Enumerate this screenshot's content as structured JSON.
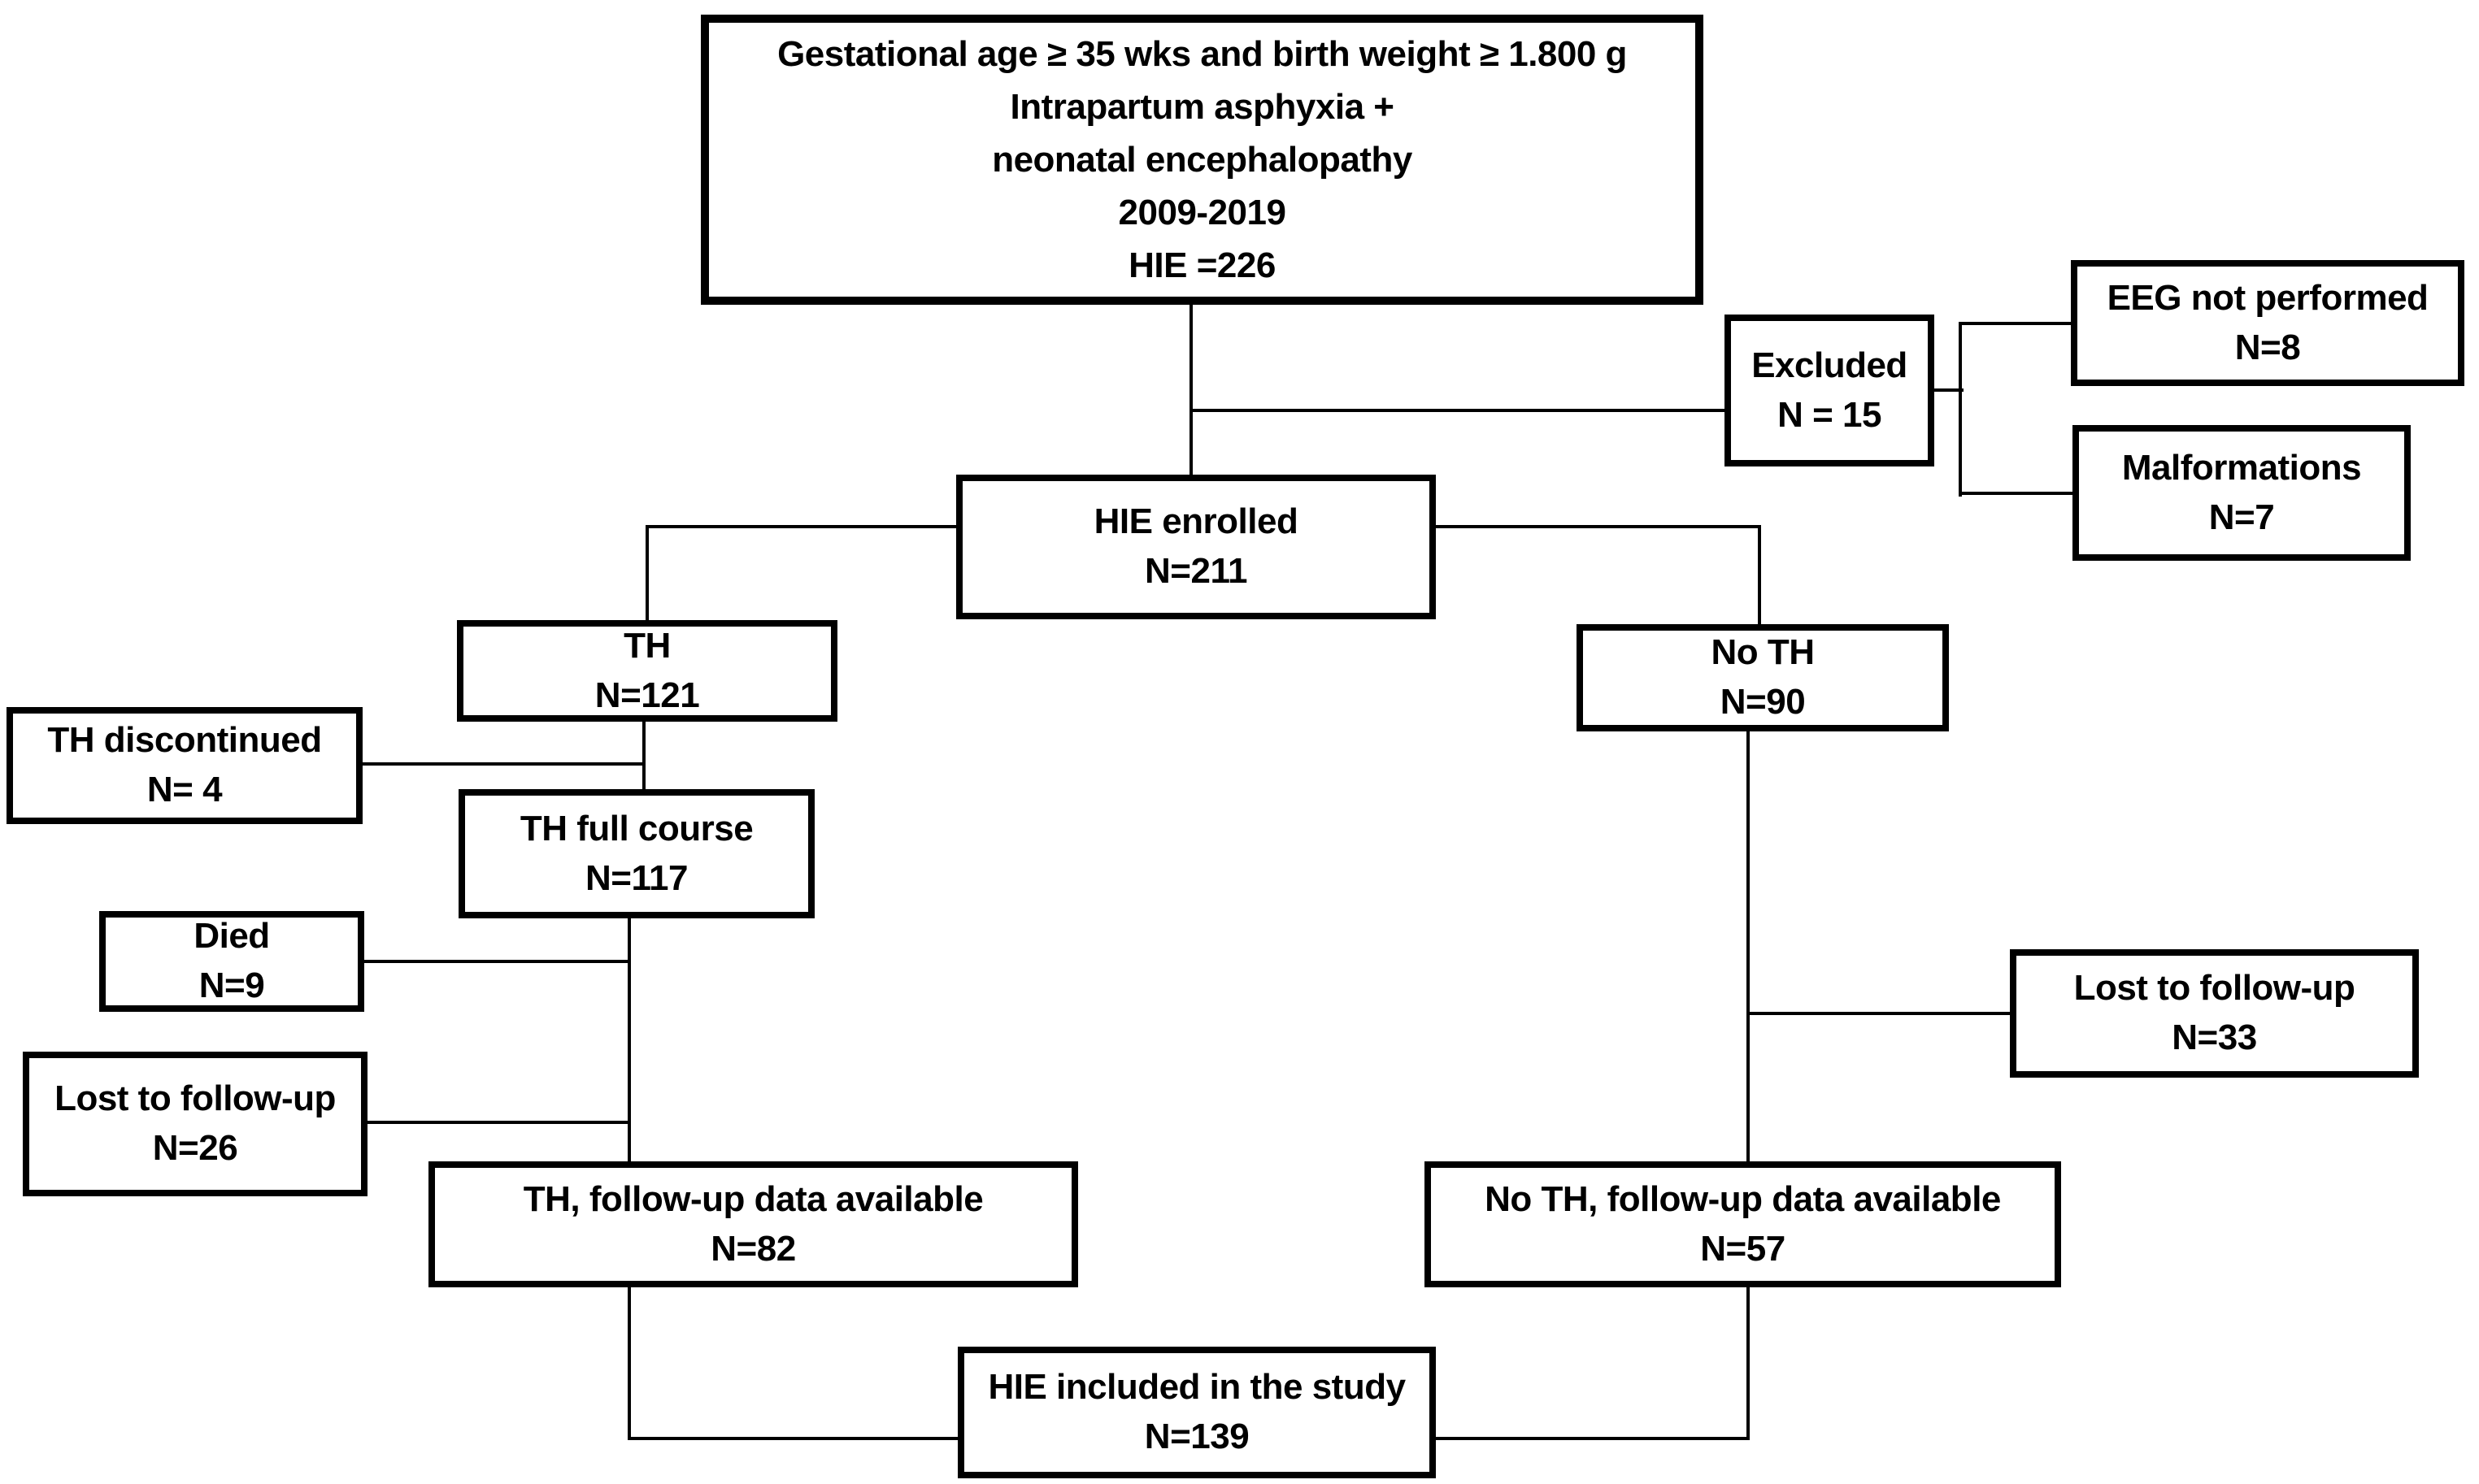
{
  "colors": {
    "ink": "#000000",
    "background": "#ffffff"
  },
  "nodes": {
    "criteria": {
      "lines": [
        "Gestational age ≥ 35 wks and birth weight  ≥ 1.800 g",
        "Intrapartum asphyxia +",
        "neonatal encephalopathy",
        "2009-2019",
        "HIE =226"
      ]
    },
    "excluded": {
      "lines": [
        "Excluded",
        "N = 15"
      ]
    },
    "eeg": {
      "lines": [
        "EEG not performed",
        "N=8"
      ]
    },
    "malformations": {
      "lines": [
        "Malformations",
        "N=7"
      ]
    },
    "enrolled": {
      "lines": [
        "HIE enrolled",
        "N=211"
      ]
    },
    "th": {
      "lines": [
        "TH",
        "N=121"
      ]
    },
    "no_th": {
      "lines": [
        "No TH",
        "N=90"
      ]
    },
    "th_discontinued": {
      "lines": [
        "TH discontinued",
        "N= 4"
      ]
    },
    "th_full_course": {
      "lines": [
        "TH full course",
        "N=117"
      ]
    },
    "died": {
      "lines": [
        "Died",
        "N=9"
      ]
    },
    "lost_left": {
      "lines": [
        "Lost to follow-up",
        "N=26"
      ]
    },
    "lost_right": {
      "lines": [
        "Lost to follow-up",
        "N=33"
      ]
    },
    "th_followup": {
      "lines": [
        "TH, follow-up data available",
        "N=82"
      ]
    },
    "no_th_followup": {
      "lines": [
        "No TH, follow-up data available",
        "N=57"
      ]
    },
    "included": {
      "lines": [
        "HIE included in the study",
        "N=139"
      ]
    }
  }
}
